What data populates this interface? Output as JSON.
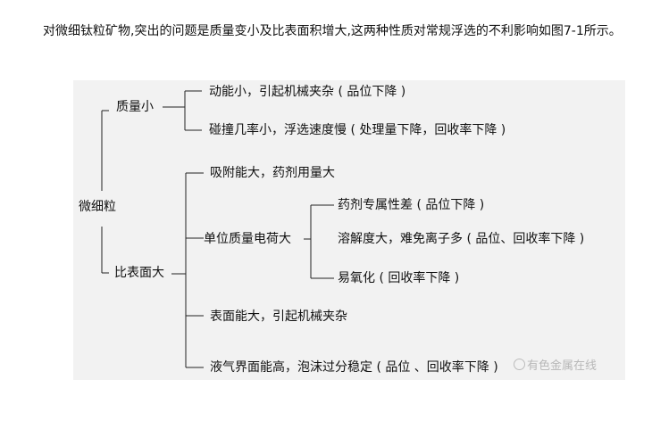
{
  "intro": {
    "text": "对微细钛粒矿物,突出的问题是质量变小及比表面积增大,这两种性质对常规浮选的不利影响如图7-1所示。"
  },
  "diagram": {
    "root": "微细粒",
    "branch_mass": "质量小",
    "branch_surface": "比表面大",
    "mass_items": [
      "动能小，引起机械夹杂 ( 品位下降 )",
      "碰撞几率小，浮选速度慢 ( 处理量下降，回收率下降 )"
    ],
    "surface_items": {
      "adsorption": "吸附能大，药剂用量大",
      "charge": "单位质量电荷大",
      "charge_items": [
        "药剂专属性差 ( 品位下降 )",
        "溶解度大，难免离子多 ( 品位、回收率下降 )",
        "易氧化 ( 回收率下降 )"
      ],
      "surface_energy": "表面能大，引起机械夹杂",
      "froth": "液气界面能高，泡沫过分稳定 ( 品位 、回收率下降 )"
    },
    "watermark": "有色金属在线"
  },
  "colors": {
    "background": "#ffffff",
    "panel": "#f2f2f2",
    "line": "#222222",
    "text": "#111111",
    "watermark": "#b8b8b8"
  }
}
